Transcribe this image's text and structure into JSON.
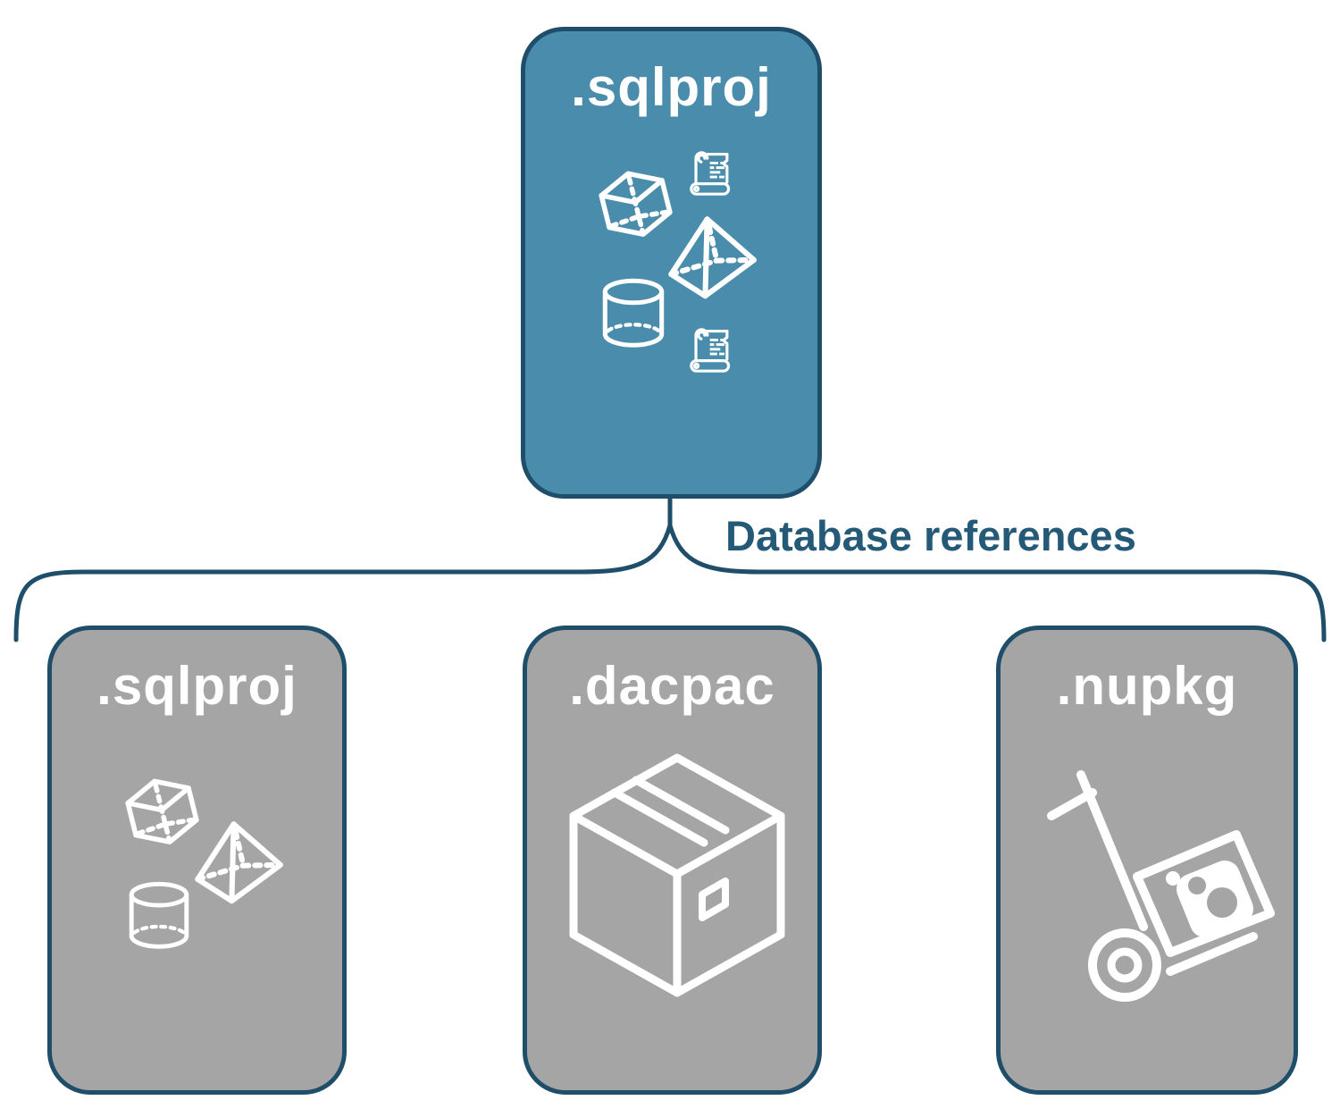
{
  "connector": {
    "label": "Database references"
  },
  "nodes": {
    "root": {
      "label": ".sqlproj",
      "icons": [
        "cube-icon",
        "script-scroll-icon",
        "pyramid-icon",
        "database-cylinder-icon",
        "script-scroll-icon"
      ]
    },
    "children": [
      {
        "label": ".sqlproj",
        "icons": [
          "cube-icon",
          "pyramid-icon",
          "database-cylinder-icon"
        ]
      },
      {
        "label": ".dacpac",
        "icons": [
          "package-box-icon"
        ]
      },
      {
        "label": ".nupkg",
        "icons": [
          "nuget-hand-truck-icon"
        ]
      }
    ]
  },
  "colors": {
    "accent_teal": "#4a8cab",
    "node_gray": "#a5a5a5",
    "outline_navy": "#1f4e6a",
    "label_blue": "#255978",
    "icon_white": "#ffffff"
  }
}
